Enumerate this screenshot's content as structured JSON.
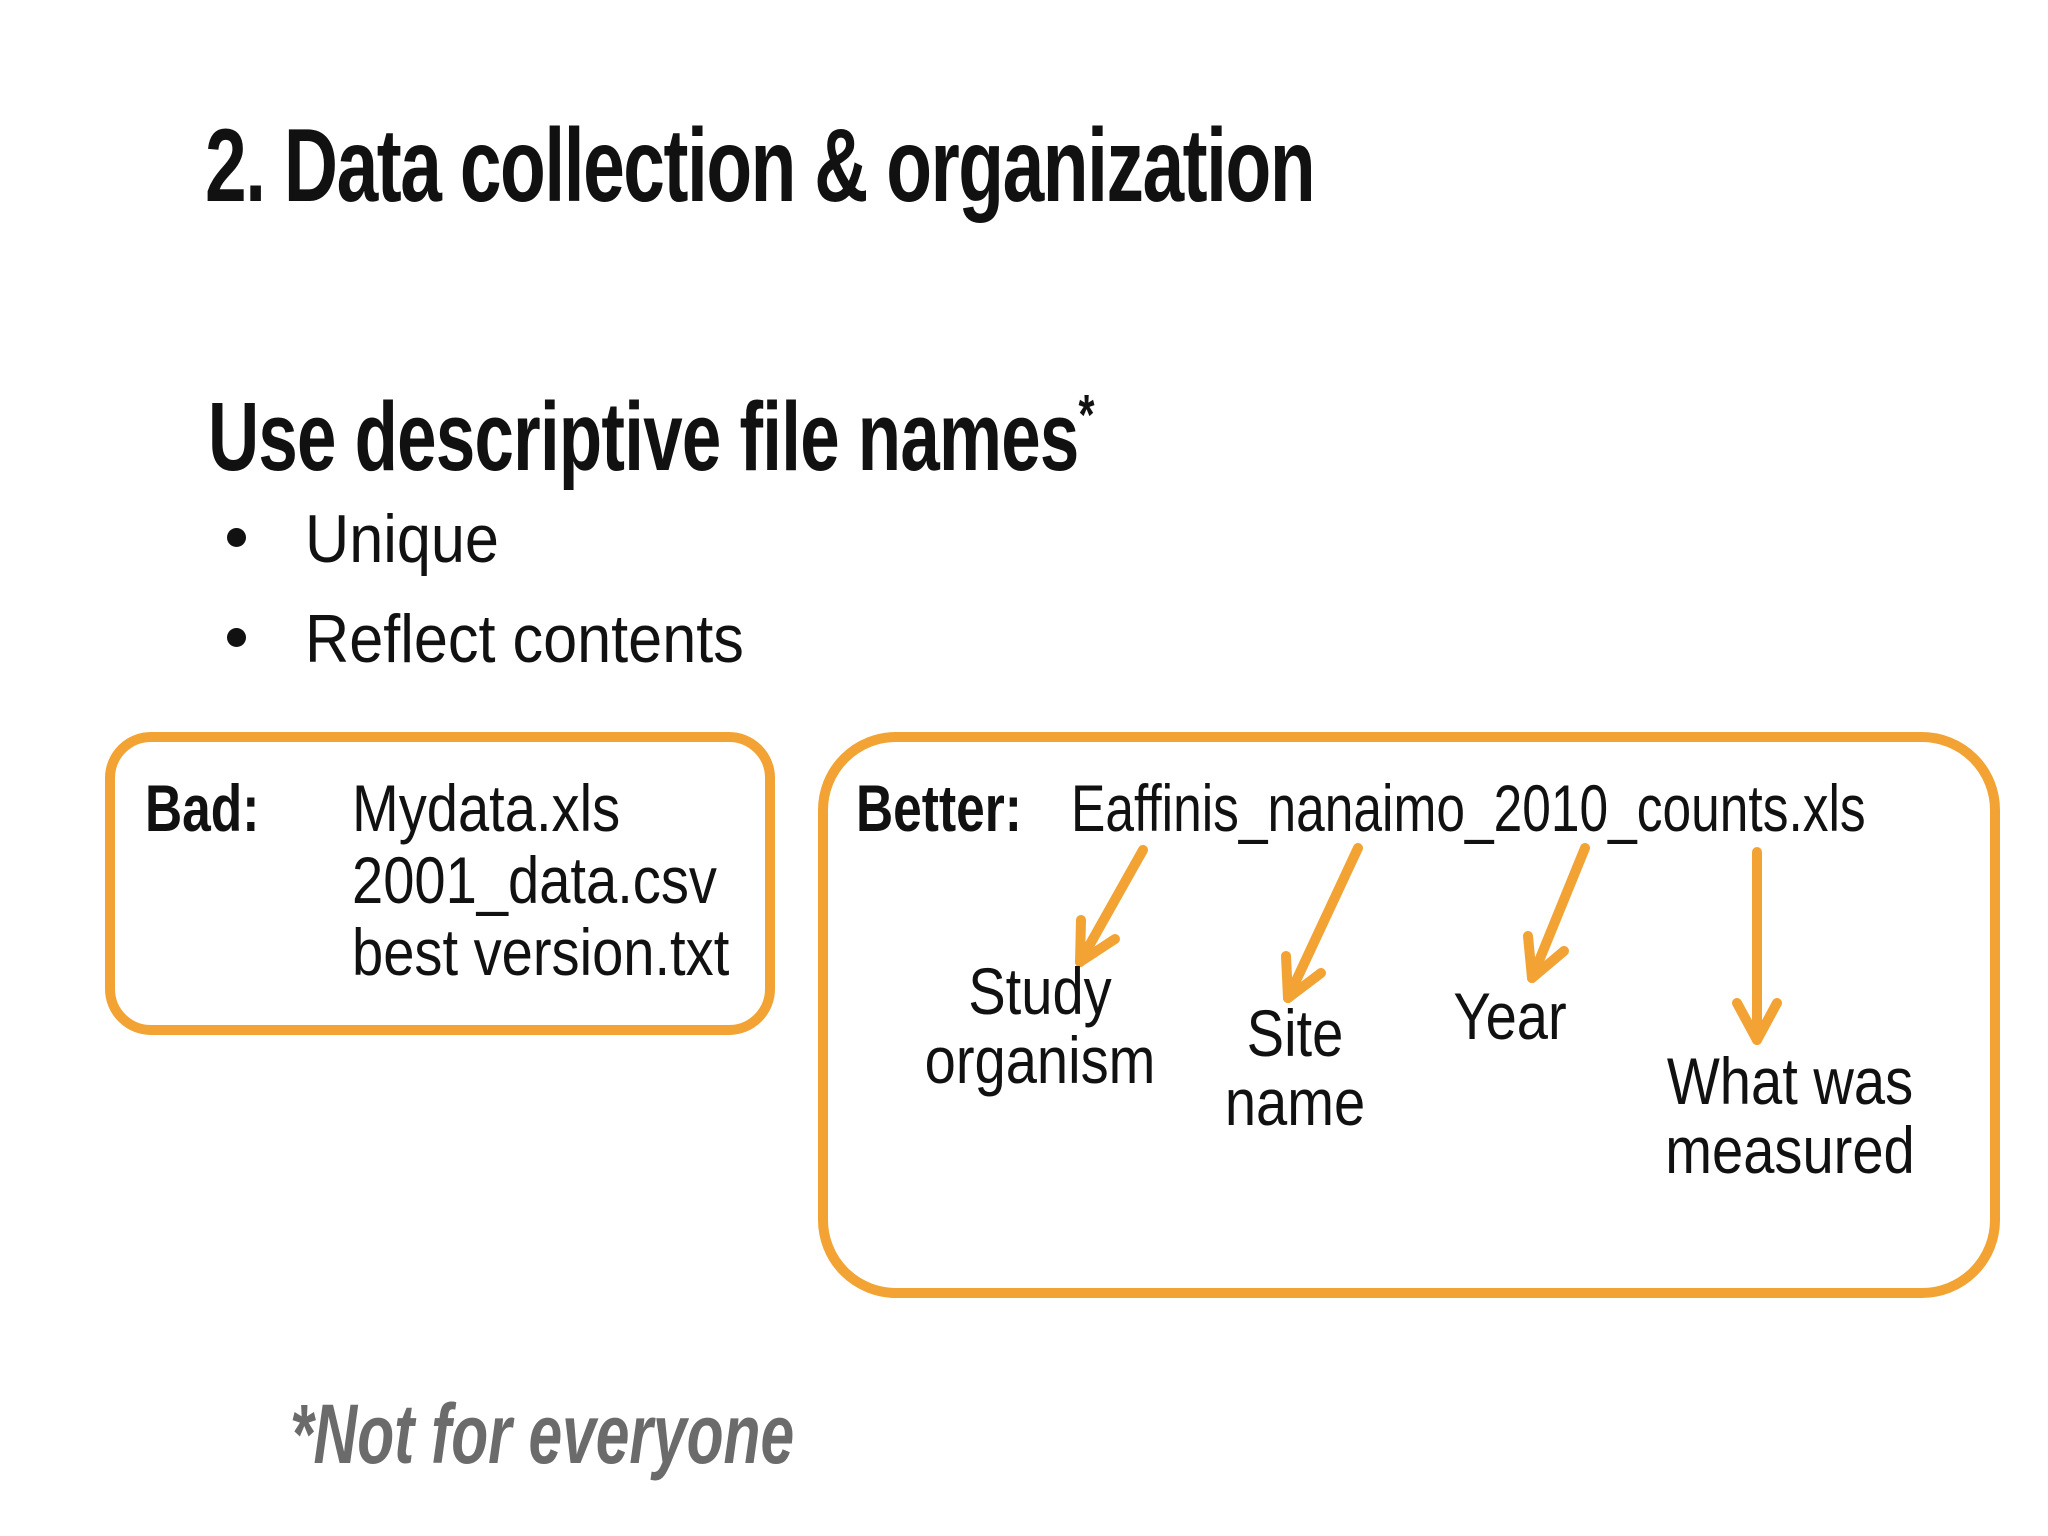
{
  "slide": {
    "title": "2. Data collection & organization",
    "heading": {
      "text": "Use descriptive file names",
      "superscript": "*"
    },
    "bullets": [
      "Unique",
      "Reflect contents"
    ],
    "bad_box": {
      "label": "Bad:",
      "files": [
        "Mydata.xls",
        "2001_data.csv",
        "best version.txt"
      ]
    },
    "better_box": {
      "label": "Better:",
      "filename": "Eaffinis_nanaimo_2010_counts.xls",
      "annotations": [
        {
          "lines": [
            "Study",
            "organism"
          ]
        },
        {
          "lines": [
            "Site",
            "name"
          ]
        },
        {
          "lines": [
            "Year"
          ]
        },
        {
          "lines": [
            "What was",
            "measured"
          ]
        }
      ]
    },
    "footnote": "*Not for everyone",
    "colors": {
      "accent_orange": "#F2A333",
      "footnote_gray": "#6B6B6B"
    }
  }
}
